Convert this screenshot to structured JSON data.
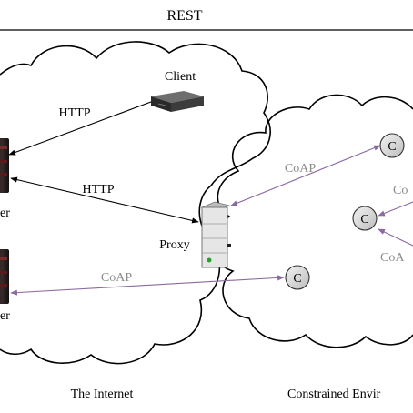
{
  "title": "REST",
  "clouds": {
    "internet_label": "The Internet",
    "constrained_label": "Constrained Envir"
  },
  "nodes": {
    "client_label": "Client",
    "proxy_label": "Proxy",
    "server_top_label": "er",
    "server_bottom_label": "er",
    "coap_node_label": "C"
  },
  "links": {
    "http_client": "HTTP",
    "http_proxy": "HTTP",
    "coap_server_bottom": "CoAP",
    "coap_proxy": "CoAP",
    "coap_right_top": "Co",
    "coap_right_bottom": "CoA"
  },
  "colors": {
    "http_line": "#000000",
    "coap_line": "#8a6aa0",
    "coap_text": "#8c8c8c",
    "node_fill": "#d9d9d9"
  }
}
